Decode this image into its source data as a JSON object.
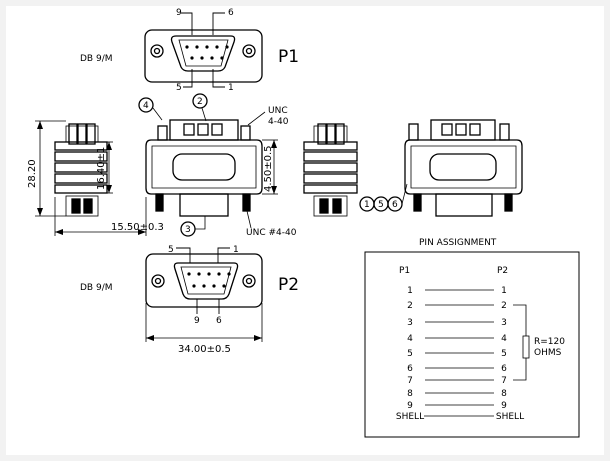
{
  "p1": {
    "name": "P1",
    "connector": "DB 9/M",
    "pin_tl": "9",
    "pin_tr": "6",
    "pin_bl": "5",
    "pin_br": "1"
  },
  "p2": {
    "name": "P2",
    "connector": "DB 9/M",
    "pin_tl": "5",
    "pin_tr": "1",
    "pin_bl": "9",
    "pin_br": "6"
  },
  "callouts": {
    "c2": "2",
    "c3": "3",
    "c4": "4",
    "c1": "1",
    "c5": "5",
    "c6": "6"
  },
  "dims": {
    "height": "28.20",
    "body_height": "16.40±1",
    "depth": "15.50±0.3",
    "thread_len": "4.50±0.5",
    "width": "34.00±0.5",
    "unc_top": "UNC\n4-40",
    "unc_top_a": "UNC",
    "unc_top_b": "4-40",
    "unc_bottom": "UNC #4-40"
  },
  "pin_assignment": {
    "title": "PIN ASSIGNMENT",
    "header_left": "P1",
    "header_right": "P2",
    "rows": [
      {
        "left": "1",
        "right": "1"
      },
      {
        "left": "2",
        "right": "2"
      },
      {
        "left": "3",
        "right": "3"
      },
      {
        "left": "4",
        "right": "4"
      },
      {
        "left": "5",
        "right": "5"
      },
      {
        "left": "6",
        "right": "6"
      },
      {
        "left": "7",
        "right": "7"
      },
      {
        "left": "8",
        "right": "8"
      },
      {
        "left": "9",
        "right": "9"
      },
      {
        "left": "SHELL",
        "right": "SHELL"
      }
    ],
    "resistor_a": "R=120",
    "resistor_b": "OHMS"
  }
}
